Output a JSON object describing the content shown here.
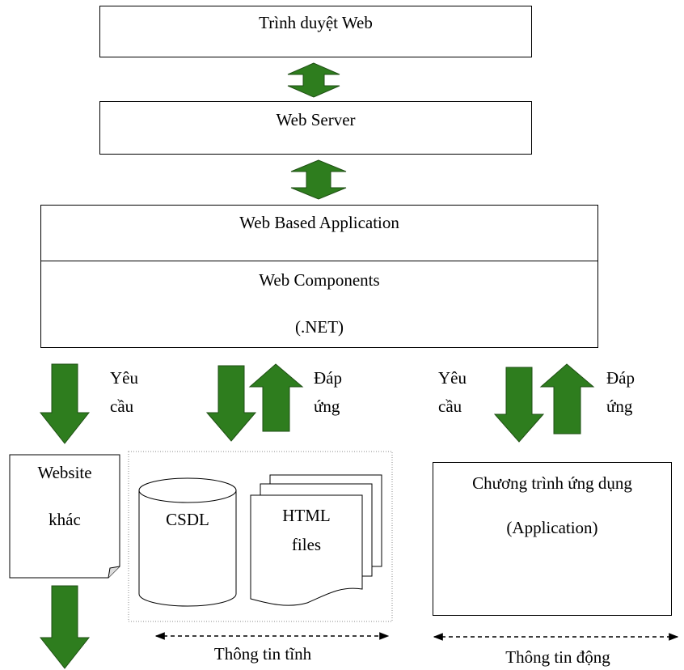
{
  "layers": {
    "browser": "Trình duyệt Web",
    "web_server": "Web Server",
    "web_based_app": "Web Based Application",
    "web_components": "Web Components",
    "dotnet": "(.NET)"
  },
  "flows": {
    "left_request": [
      "Yêu",
      "cầu"
    ],
    "middle_response": [
      "Đáp",
      "ứng"
    ],
    "right_request": [
      "Yêu",
      "cầu"
    ],
    "right_response": [
      "Đáp",
      "ứng"
    ]
  },
  "resources": {
    "other_website": [
      "Website",
      "khác"
    ],
    "database": "CSDL",
    "html_files": [
      "HTML",
      "files"
    ],
    "application": [
      "Chương trình ứng dụng",
      "(Application)"
    ]
  },
  "captions": {
    "static_info": "Thông tin tĩnh",
    "dynamic_info": "Thông tin động"
  },
  "colors": {
    "arrow_fill": "#2e7d1e",
    "arrow_stroke": "#1f4f14"
  }
}
